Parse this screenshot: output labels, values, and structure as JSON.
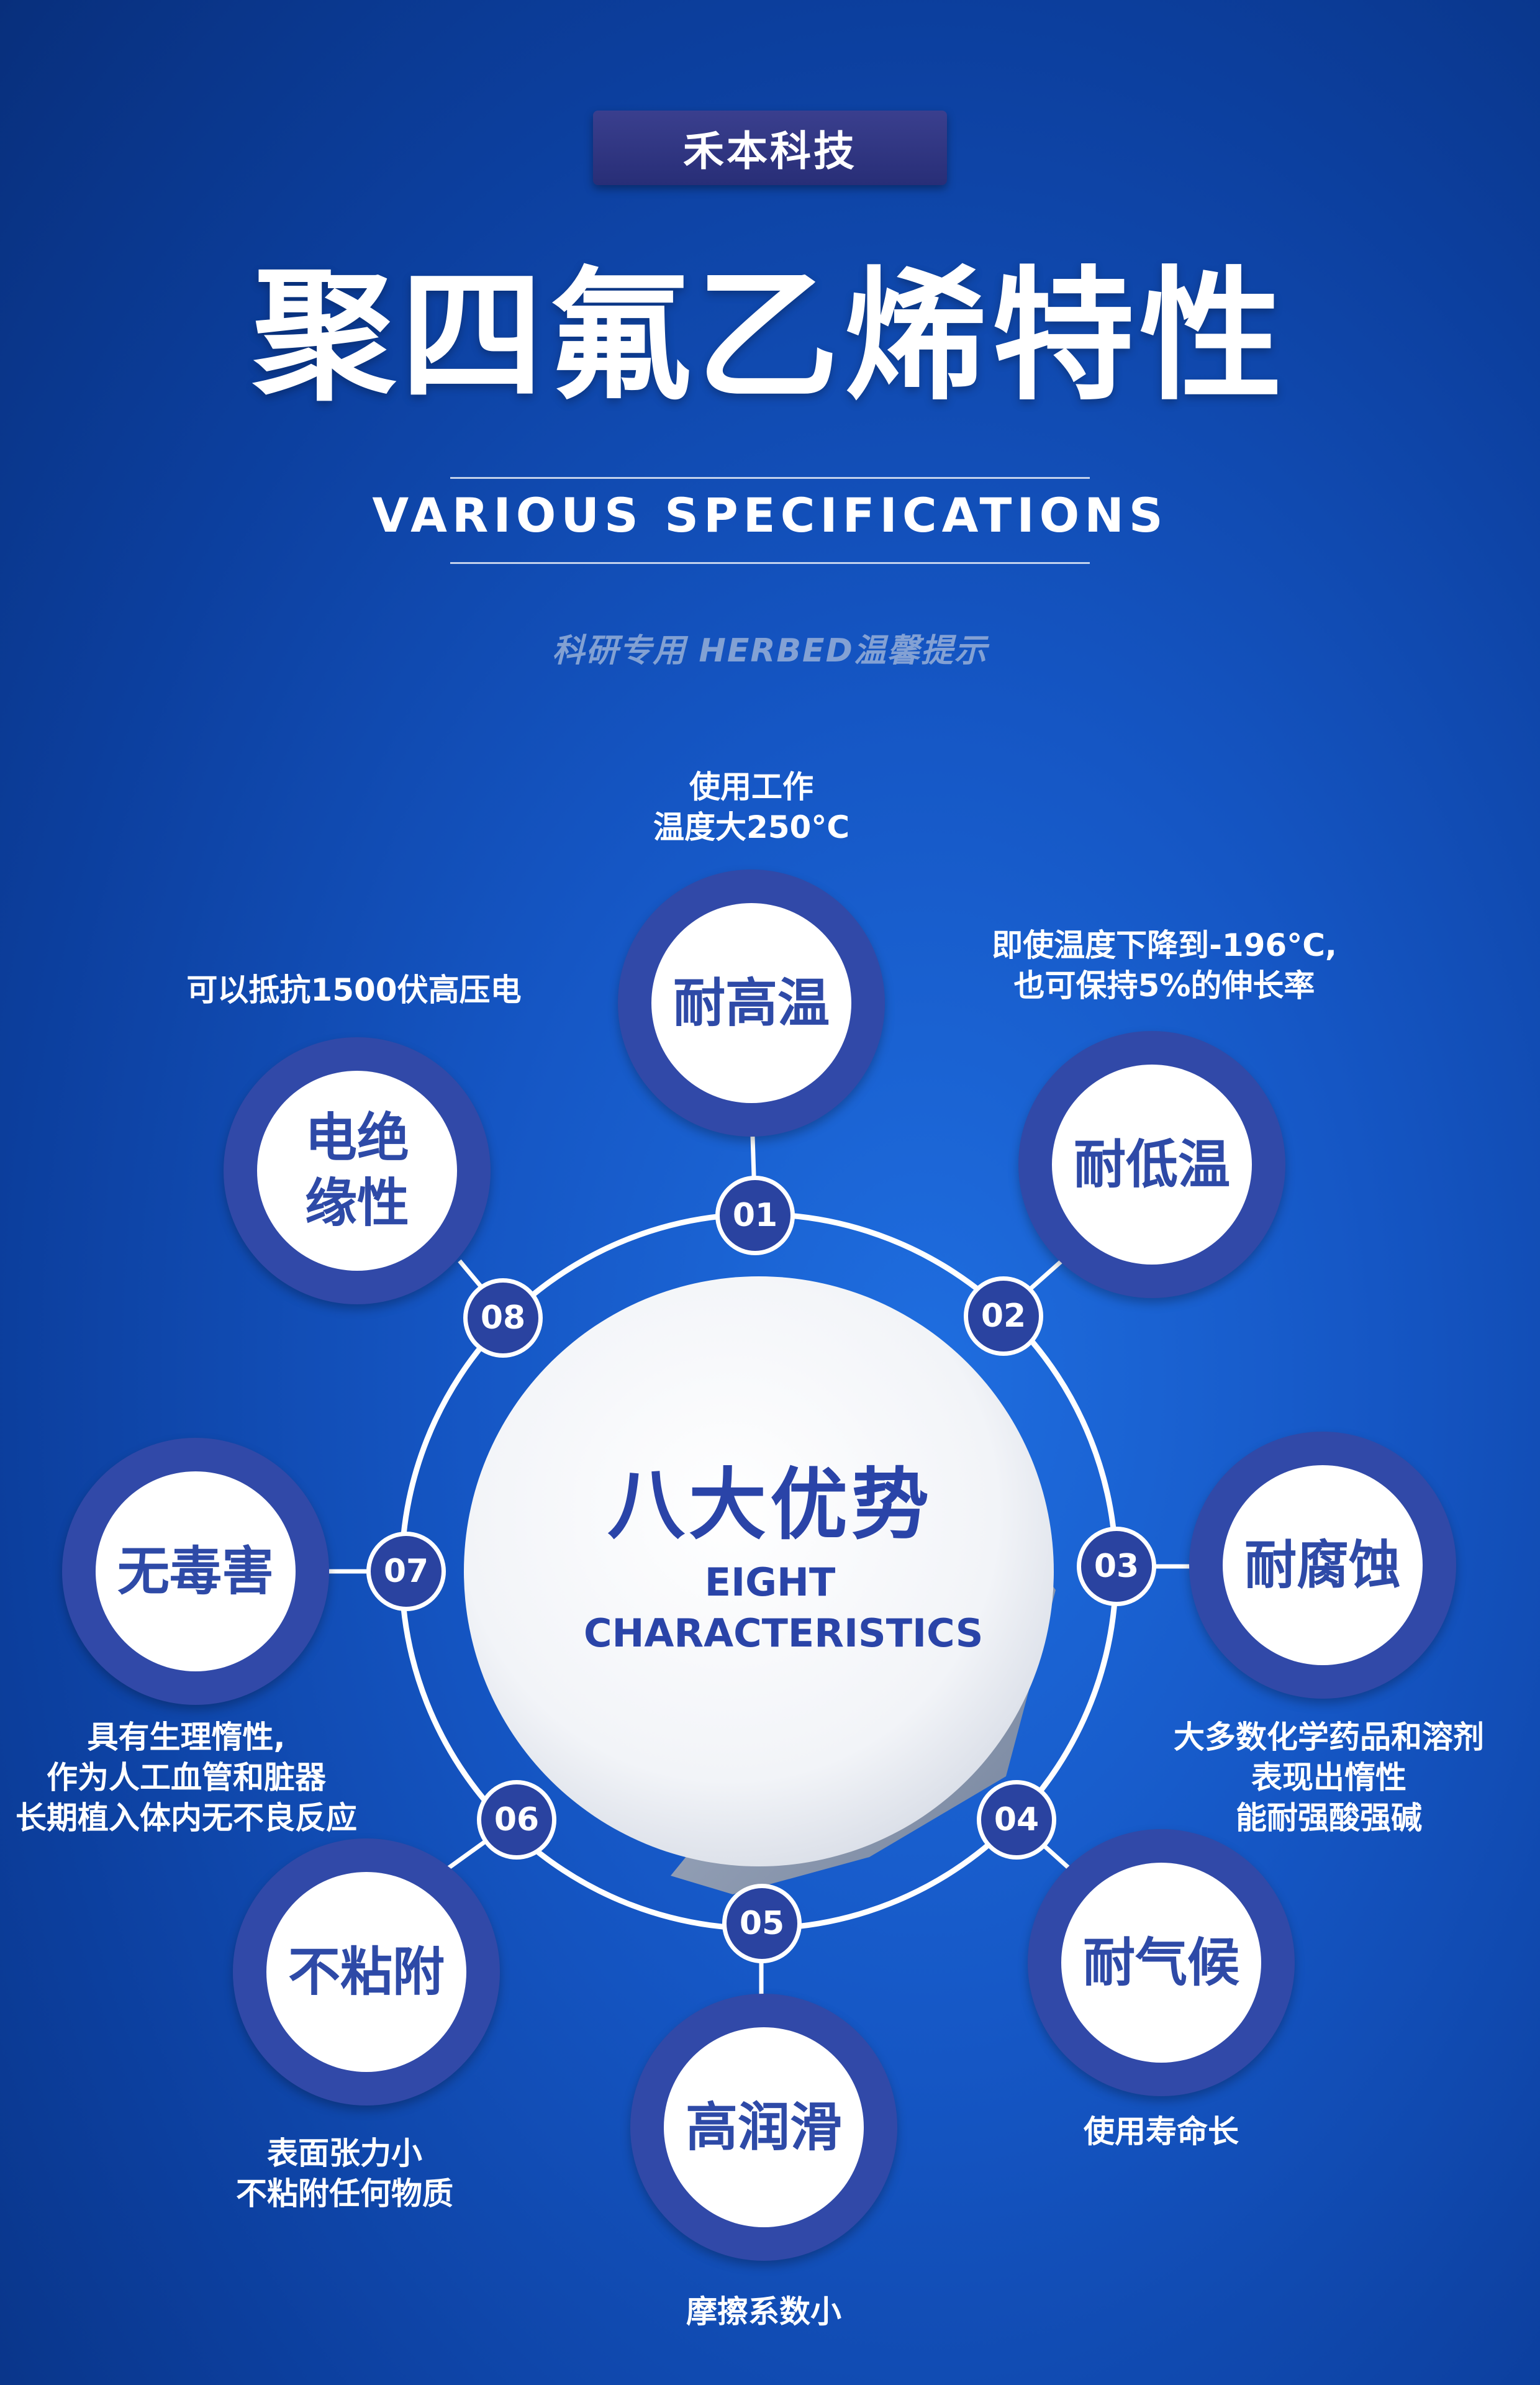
{
  "brand": "禾本科技",
  "title": "聚四氟乙烯特性",
  "subtitle": "VARIOUS SPECIFICATIONS",
  "hint": "科研专用 HERBED温馨提示",
  "center": {
    "title": "八大优势",
    "en_line1": "EIGHT",
    "en_line2": "CHARACTERISTICS"
  },
  "colors": {
    "node_ring": "#3149a8",
    "badge": "#2a43a0",
    "label": "#2e4aa7"
  },
  "features": [
    {
      "number": "01",
      "label": "耐高温",
      "desc": [
        "使用工作",
        "温度大250°C"
      ]
    },
    {
      "number": "02",
      "label": "耐低温",
      "desc": [
        "即使温度下降到-196°C,",
        "也可保持5%的伸长率"
      ]
    },
    {
      "number": "03",
      "label": "耐腐蚀",
      "desc": [
        "大多数化学药品和溶剂",
        "表现出惰性",
        "能耐强酸强碱"
      ]
    },
    {
      "number": "04",
      "label": "耐气候",
      "desc": [
        "使用寿命长"
      ]
    },
    {
      "number": "05",
      "label": "高润滑",
      "desc": [
        "摩擦系数小"
      ]
    },
    {
      "number": "06",
      "label": "不粘附",
      "desc": [
        "表面张力小",
        "不粘附任何物质"
      ]
    },
    {
      "number": "07",
      "label": "无毒害",
      "desc": [
        "具有生理惰性,",
        "作为人工血管和脏器",
        "长期植入体内无不良反应"
      ]
    },
    {
      "number": "08",
      "label_line1": "电绝",
      "label_line2": "缘性",
      "desc": [
        "可以抵抗1500伏高压电"
      ]
    }
  ]
}
